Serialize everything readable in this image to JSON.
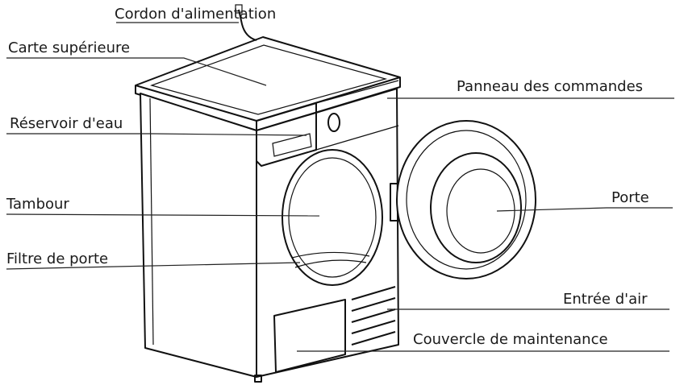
{
  "diagram": {
    "labels": {
      "power_cord": "Cordon d'alimentation",
      "top_cover": "Carte supérieure",
      "control_panel": "Panneau des commandes",
      "water_tank": "Réservoir d'eau",
      "drum": "Tambour",
      "door": "Porte",
      "door_filter": "Filtre de porte",
      "air_inlet": "Entrée d'air",
      "maintenance_cover": "Couvercle de maintenance"
    },
    "line_color": "#111111",
    "background": "#ffffff"
  }
}
